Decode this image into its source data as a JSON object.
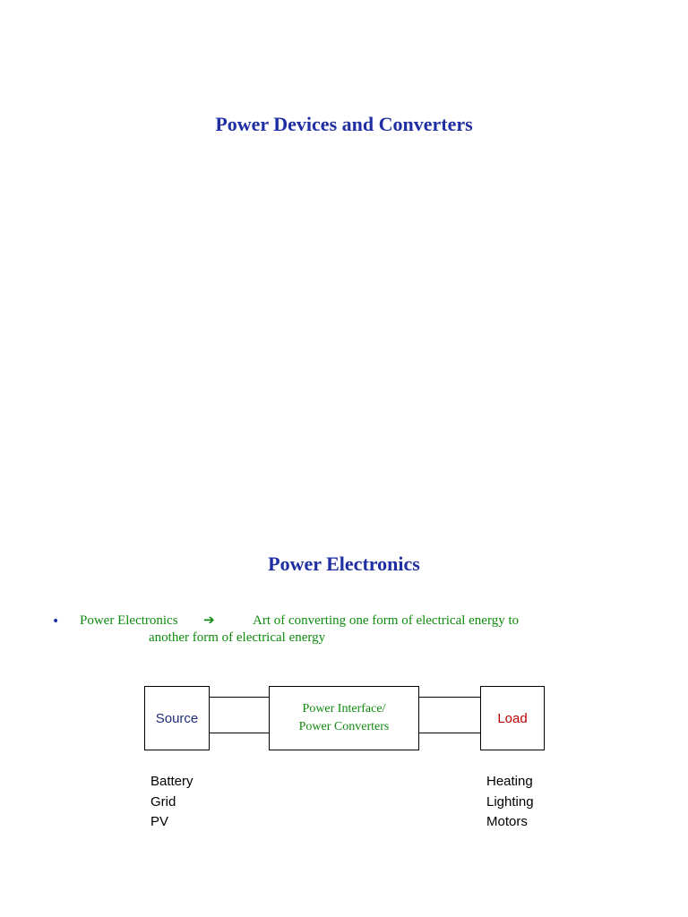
{
  "slide1": {
    "title": "Power Devices and Converters"
  },
  "slide2": {
    "title": "Power Electronics",
    "bullet": {
      "marker": "•",
      "term": "Power Electronics",
      "arrow": "➔",
      "definition_line1": "Art of converting one form of electrical energy to",
      "definition_line2": "another form of electrical energy"
    },
    "diagram": {
      "source_label": "Source",
      "converter_line1": "Power Interface/",
      "converter_line2": "Power Converters",
      "load_label": "Load",
      "sources": [
        "Battery",
        "Grid",
        "PV"
      ],
      "loads": [
        "Heating",
        "Lighting",
        "Motors"
      ]
    }
  },
  "colors": {
    "title": "#1f2ea3",
    "green_text": "#0f8a0f",
    "source": "#1f2e7a",
    "load": "#c00000"
  }
}
